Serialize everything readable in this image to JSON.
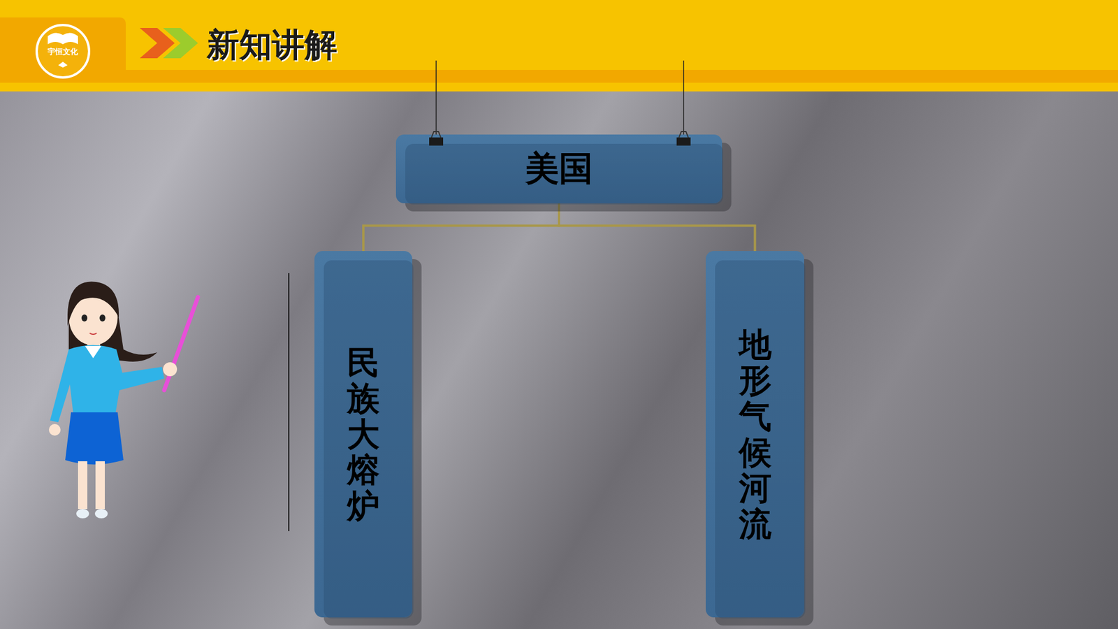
{
  "diagram": {
    "title": "新知讲解",
    "nodes": [
      {
        "text": [
          "美国"
        ]
      },
      {
        "text": [
          "民族大熔炉"
        ]
      },
      {
        "text": [
          "地形气候河流"
        ]
      }
    ],
    "edges": [
      {
        "from": 0,
        "to": 1,
        "arrow": "none"
      },
      {
        "from": 0,
        "to": 2,
        "arrow": "none"
      }
    ],
    "labels": [
      "宇恒文化"
    ]
  }
}
